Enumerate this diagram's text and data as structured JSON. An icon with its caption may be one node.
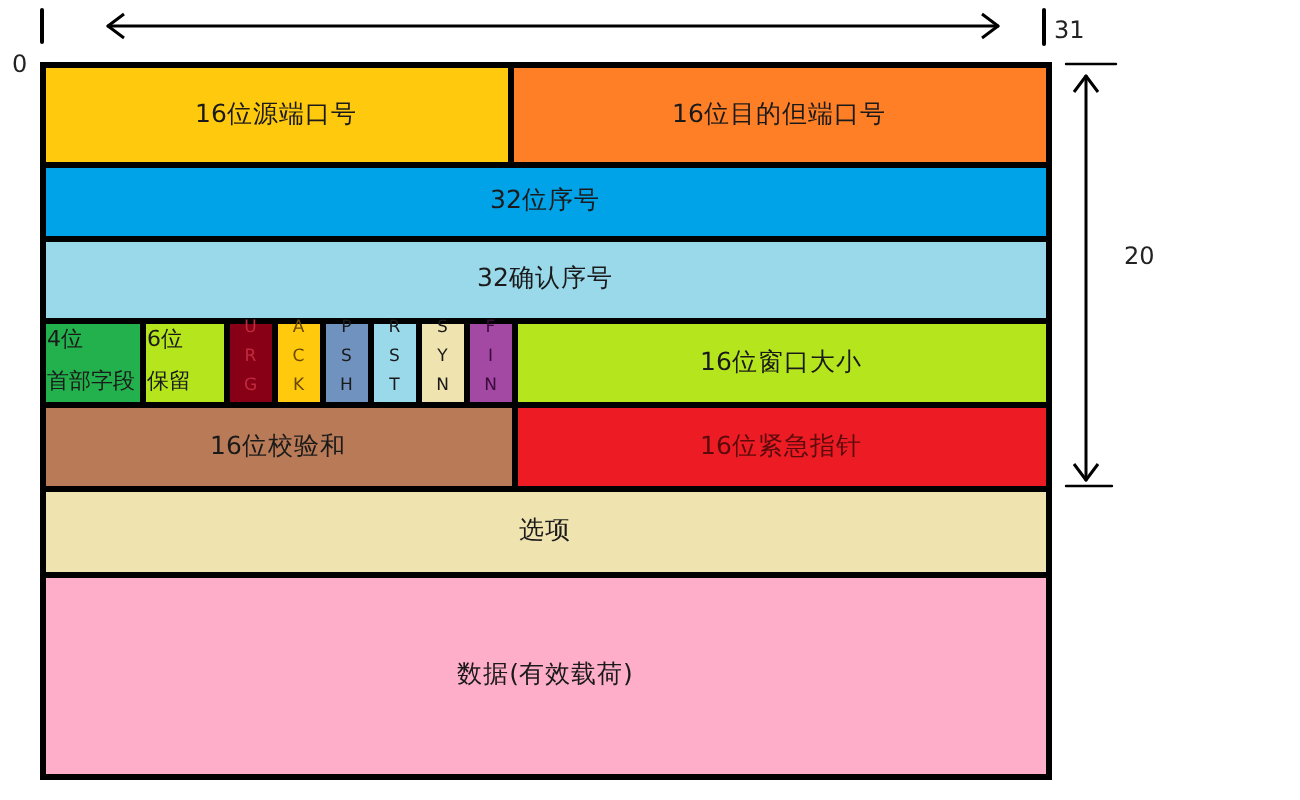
{
  "diagram": {
    "nodes": [
      {
        "text": [
          "16位源端口号"
        ]
      },
      {
        "text": [
          "16位目的但端口号"
        ]
      },
      {
        "text": [
          "32位序号"
        ]
      },
      {
        "text": [
          "32确认序号"
        ]
      },
      {
        "text": [
          "4位",
          "首部字段"
        ]
      },
      {
        "text": [
          "6位",
          "保留"
        ]
      },
      {
        "text": [
          "URG"
        ]
      },
      {
        "text": [
          "ACK"
        ]
      },
      {
        "text": [
          "PSH"
        ]
      },
      {
        "text": [
          "RST"
        ]
      },
      {
        "text": [
          "SYN"
        ]
      },
      {
        "text": [
          "FIN"
        ]
      },
      {
        "text": [
          "16位窗口大小"
        ]
      },
      {
        "text": [
          "16位校验和"
        ]
      },
      {
        "text": [
          "16位紧急指针"
        ]
      },
      {
        "text": [
          "选项"
        ]
      },
      {
        "text": [
          "数据(有效载荷)"
        ]
      }
    ],
    "labels": [
      "0",
      "31",
      "20"
    ]
  }
}
